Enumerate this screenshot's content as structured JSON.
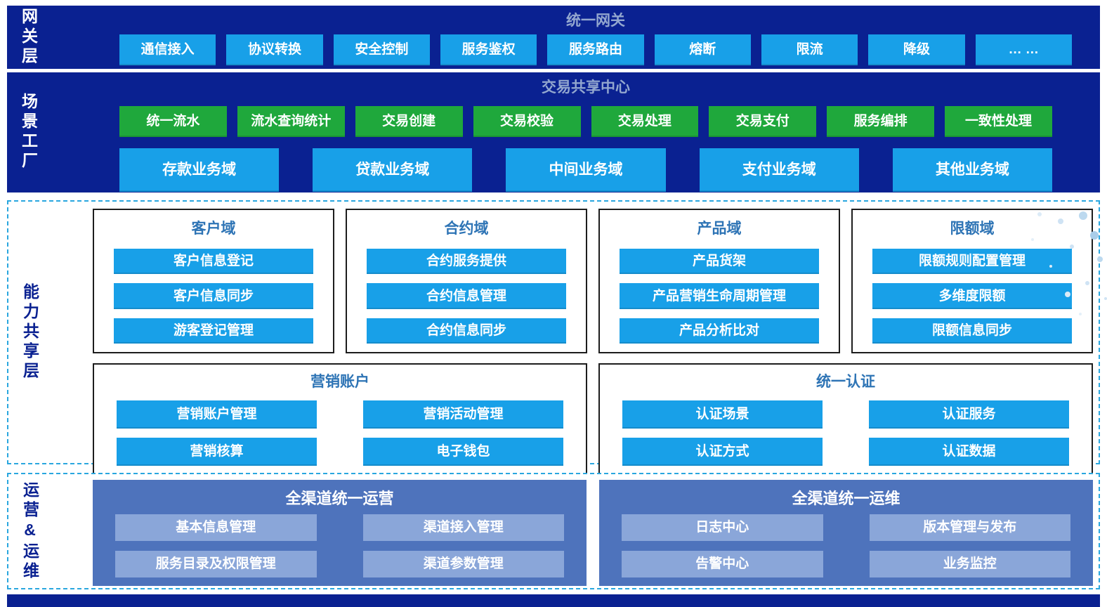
{
  "layers": {
    "gateway": {
      "label": "网关层",
      "title": "统一网关",
      "items": [
        "通信接入",
        "协议转换",
        "安全控制",
        "服务鉴权",
        "服务路由",
        "熔断",
        "限流",
        "降级",
        "… …"
      ]
    },
    "scenario": {
      "label": "场景工厂",
      "title": "交易共享中心",
      "green_items": [
        "统一流水",
        "流水查询统计",
        "交易创建",
        "交易校验",
        "交易处理",
        "交易支付",
        "服务编排",
        "一致性处理"
      ],
      "domain_items": [
        "存款业务域",
        "贷款业务域",
        "中间业务域",
        "支付业务域",
        "其他业务域"
      ]
    },
    "capability": {
      "label": "能力共享层",
      "groups": [
        {
          "title": "客户域",
          "items": [
            "客户信息登记",
            "客户信息同步",
            "游客登记管理"
          ]
        },
        {
          "title": "合约域",
          "items": [
            "合约服务提供",
            "合约信息管理",
            "合约信息同步"
          ]
        },
        {
          "title": "产品域",
          "items": [
            "产品货架",
            "产品营销生命周期管理",
            "产品分析比对"
          ]
        },
        {
          "title": "限额域",
          "items": [
            "限额规则配置管理",
            "多维度限额",
            "限额信息同步"
          ]
        },
        {
          "title": "营销账户",
          "items": [
            "营销账户管理",
            "营销活动管理",
            "营销核算",
            "电子钱包"
          ]
        },
        {
          "title": "统一认证",
          "items": [
            "认证场景",
            "认证服务",
            "认证方式",
            "认证数据"
          ]
        }
      ]
    },
    "ops": {
      "label": "运营&运维",
      "panels": [
        {
          "title": "全渠道统一运营",
          "items": [
            "基本信息管理",
            "渠道接入管理",
            "服务目录及权限管理",
            "渠道参数管理"
          ]
        },
        {
          "title": "全渠道统一运维",
          "items": [
            "日志中心",
            "版本管理与发布",
            "告警中心",
            "业务监控"
          ]
        }
      ]
    }
  },
  "colors": {
    "navy": "#0a2191",
    "block_blue": "#18a0e8",
    "block_green": "#1fa83c",
    "muted_title": "#93a7cf",
    "group_title_blue": "#2e74b5",
    "ops_panel_blue": "#4e73bc",
    "ops_button_blue": "#8aa6d9",
    "dashed_border": "#2aa7df"
  }
}
